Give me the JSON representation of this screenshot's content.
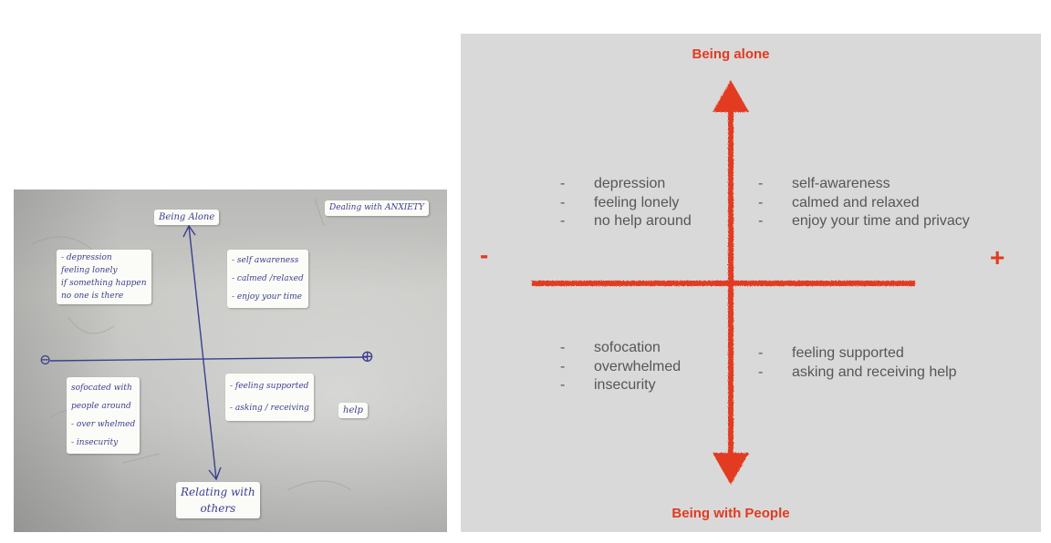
{
  "photo": {
    "title_note": "Dealing with ANXIETY",
    "top_label": "Being Alone",
    "bottom_label": [
      "Relating with",
      "others"
    ],
    "minus_glyph": "⊖",
    "plus_glyph": "⊕",
    "top_left_note": [
      "- depression",
      "feeling lonely",
      "if something happen",
      "no one is there"
    ],
    "top_right_note": [
      "- self awareness",
      "- calmed /relaxed",
      "- enjoy your time"
    ],
    "bottom_left_note": [
      "sofocated with",
      "people around",
      "- over whelmed",
      "- insecurity"
    ],
    "bottom_right_note": [
      "- feeling supported",
      "- asking / receiving"
    ],
    "help_note": "help"
  },
  "diagram": {
    "top_label": "Being alone",
    "bottom_label": "Being with People",
    "minus_label": "-",
    "plus_label": "+",
    "accent_color": "#e23a20",
    "quadrants": {
      "top_left": [
        "depression",
        "feeling lonely",
        "no help around"
      ],
      "top_right": [
        "self-awareness",
        "calmed and relaxed",
        "enjoy your time and privacy"
      ],
      "bottom_left": [
        "sofocation",
        "overwhelmed",
        "insecurity"
      ],
      "bottom_right": [
        "feeling supported",
        "asking and receiving help"
      ]
    }
  }
}
